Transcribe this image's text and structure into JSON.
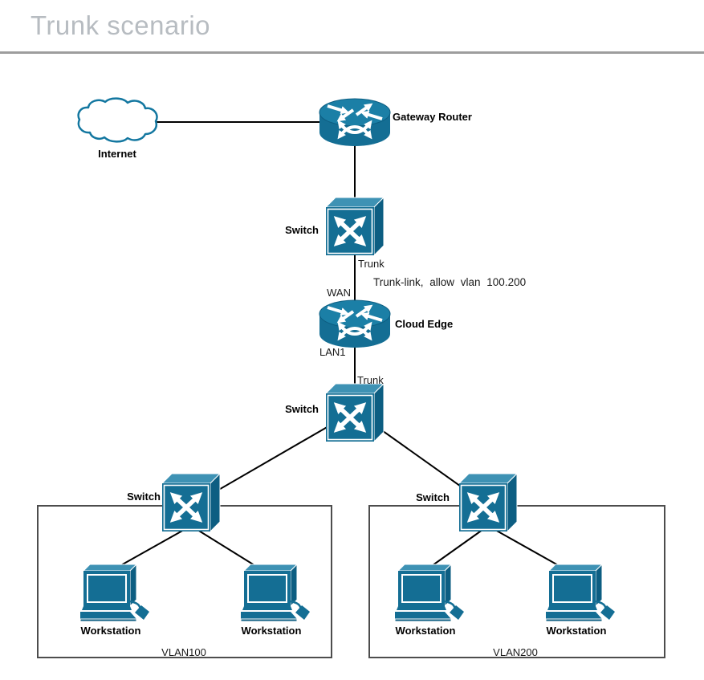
{
  "header": {
    "title": "Trunk scenario"
  },
  "colors": {
    "device_fill": "#146E94",
    "device_top": "#3E92B4",
    "device_side": "#0D5E82",
    "cloud_stroke": "#1377A0",
    "link_line": "#000000",
    "zone_border": "#4D4D4D",
    "title_text": "#B7BCC1",
    "title_rule": "#9D9D9D",
    "label_text": "#000000"
  },
  "nodes": {
    "internet": {
      "label": "Internet"
    },
    "gateway_router": {
      "label": "Gateway Router"
    },
    "core_switch": {
      "label": "Switch"
    },
    "cloud_edge": {
      "label": "Cloud Edge"
    },
    "distribution_switch": {
      "label": "Switch"
    },
    "vlan100_switch": {
      "label": "Switch"
    },
    "vlan200_switch": {
      "label": "Switch"
    },
    "workstation1": {
      "label": "Workstation"
    },
    "workstation2": {
      "label": "Workstation"
    },
    "workstation3": {
      "label": "Workstation"
    },
    "workstation4": {
      "label": "Workstation"
    }
  },
  "link_labels": {
    "trunk_upper": "Trunk",
    "trunk_note": "Trunk-link,  allow vlan 100.200",
    "wan": "WAN",
    "lan1": "LAN1",
    "trunk_lower": "Trunk"
  },
  "zones": {
    "vlan100": {
      "label": "VLAN100"
    },
    "vlan200": {
      "label": "VLAN200"
    }
  }
}
